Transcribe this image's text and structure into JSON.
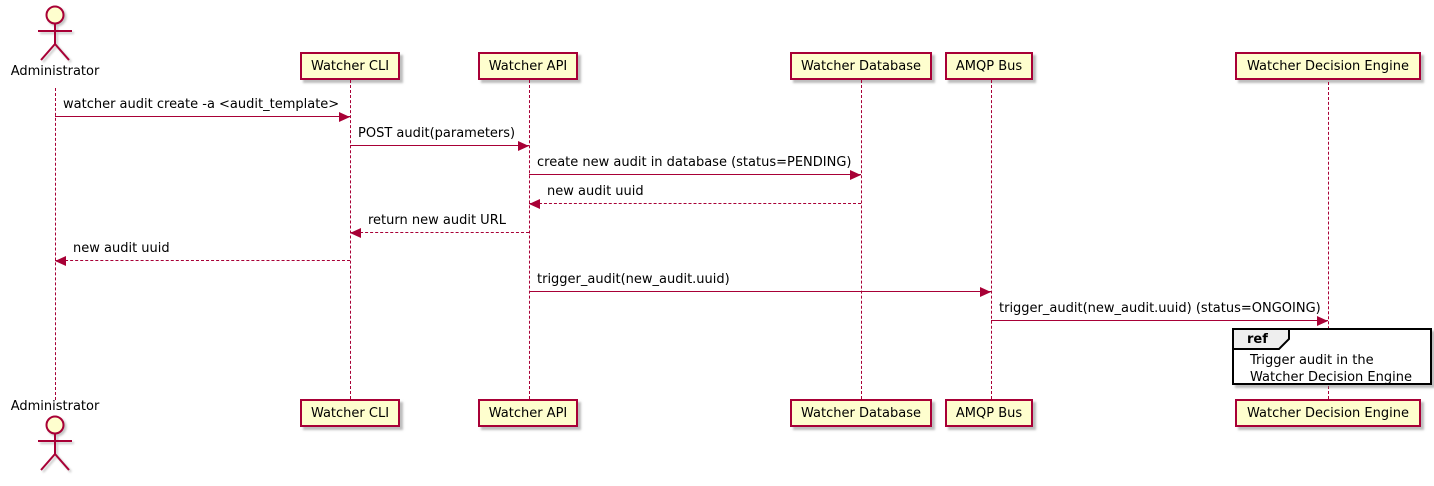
{
  "diagram": {
    "type": "sequence",
    "actor": {
      "name": "Administrator"
    },
    "participants": [
      {
        "name": "Watcher CLI"
      },
      {
        "name": "Watcher API"
      },
      {
        "name": "Watcher Database"
      },
      {
        "name": "AMQP Bus"
      },
      {
        "name": "Watcher Decision Engine"
      }
    ],
    "messages": [
      {
        "from": "Administrator",
        "to": "Watcher CLI",
        "label": "watcher audit create -a <audit_template>",
        "style": "solid"
      },
      {
        "from": "Watcher CLI",
        "to": "Watcher API",
        "label": "POST audit(parameters)",
        "style": "solid"
      },
      {
        "from": "Watcher API",
        "to": "Watcher Database",
        "label": "create new audit in database (status=PENDING)",
        "style": "solid"
      },
      {
        "from": "Watcher Database",
        "to": "Watcher API",
        "label": "new audit uuid",
        "style": "dashed"
      },
      {
        "from": "Watcher API",
        "to": "Watcher CLI",
        "label": "return new audit URL",
        "style": "dashed"
      },
      {
        "from": "Watcher CLI",
        "to": "Administrator",
        "label": "new audit uuid",
        "style": "dashed"
      },
      {
        "from": "Watcher API",
        "to": "AMQP Bus",
        "label": "trigger_audit(new_audit.uuid)",
        "style": "solid"
      },
      {
        "from": "AMQP Bus",
        "to": "Watcher Decision Engine",
        "label": "trigger_audit(new_audit.uuid) (status=ONGOING)",
        "style": "solid"
      }
    ],
    "ref": {
      "keyword": "ref",
      "lines": [
        "Trigger audit in the",
        "Watcher Decision Engine"
      ]
    },
    "colors": {
      "participant_fill": "#FEFECE",
      "border": "#A80036",
      "arrow": "#A80036",
      "lifeline": "#A80036",
      "text": "#000000",
      "ref_border": "#000000",
      "ref_header_fill": "#EEEEEE"
    }
  }
}
